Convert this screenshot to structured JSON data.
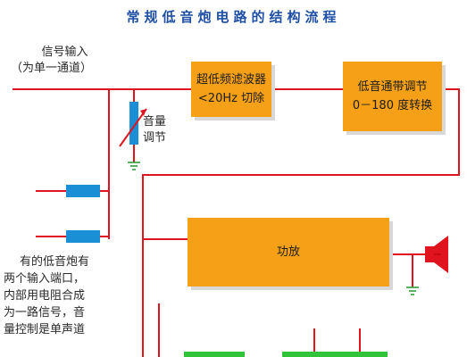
{
  "title": "常规低音炮电路的结构流程",
  "input_label": {
    "line1": "信号输入",
    "line2": "（为单一通道）"
  },
  "volume_label": {
    "line1": "音量",
    "line2": "调节"
  },
  "filter_box": {
    "line1": "超低频滤波器",
    "line2": "<20Hz 切除"
  },
  "lowpass_box": {
    "line1": "低音通带调节",
    "line2": "0－180 度转换"
  },
  "amp_box": {
    "label": "功放"
  },
  "note": {
    "lines": [
      "有的低音炮有",
      "两个输入端口，",
      "内部用电阻合成",
      "为一路信号，音",
      "量控制是单声道"
    ]
  },
  "colors": {
    "wire": "#e0141e",
    "box": "#f5a017",
    "resistor": "#1a8fd6",
    "title": "#1e4fa3",
    "ground": "#2f9e3a",
    "speaker": "#e0141e"
  }
}
